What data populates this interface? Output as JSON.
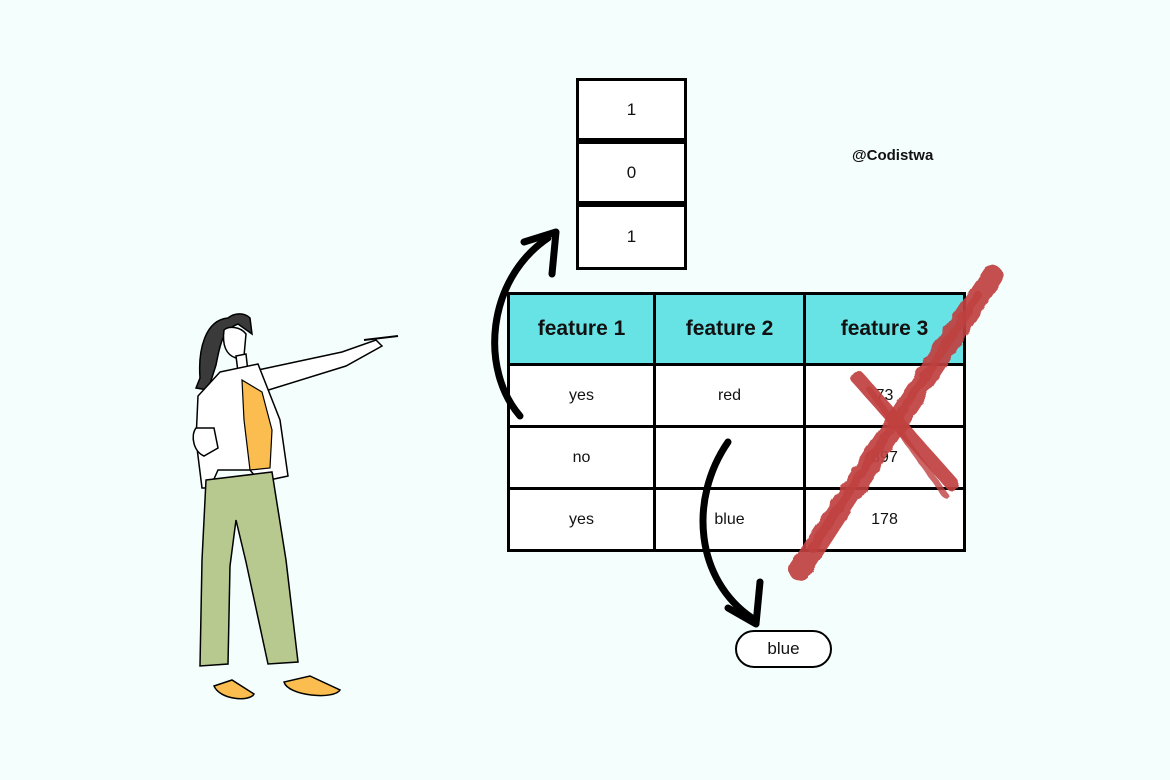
{
  "handle": "@Codistwa",
  "encoded_vector": [
    "1",
    "0",
    "1"
  ],
  "table": {
    "headers": [
      "feature 1",
      "feature 2",
      "feature 3"
    ],
    "rows": [
      [
        "yes",
        "red",
        "73"
      ],
      [
        "no",
        "",
        "897"
      ],
      [
        "yes",
        "blue",
        "178"
      ]
    ]
  },
  "output_value": "blue",
  "colors": {
    "background": "#f4fefd",
    "header_fill": "#67e3e6",
    "strike": "#c0403f",
    "jacket": "#ffffff",
    "top": "#fbbd4f",
    "trousers": "#b8c98f",
    "shoes": "#fbbd4f"
  }
}
